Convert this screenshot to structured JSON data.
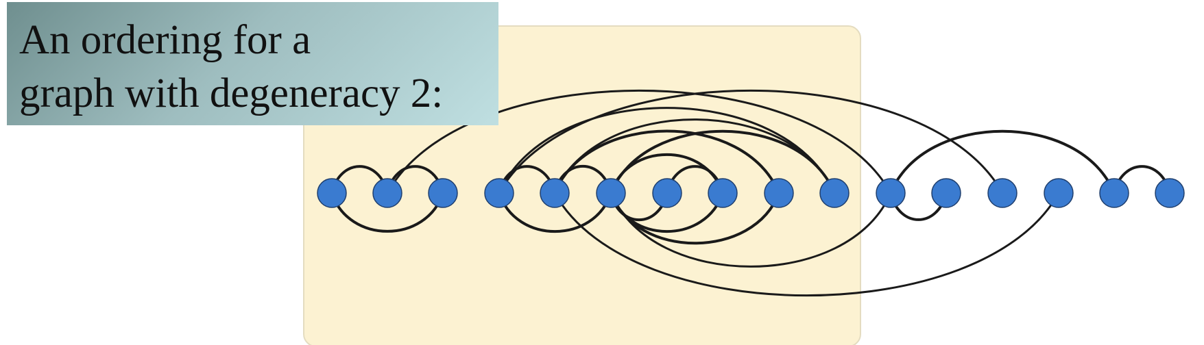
{
  "title": {
    "line1": "An ordering for a",
    "line2": "graph with degeneracy 2:"
  },
  "colors": {
    "highlight_background": "#fcf2d2",
    "node_fill": "#3a7bd0",
    "edge": "#1a1a1a",
    "title_gradient": [
      "#6f8f8f",
      "#bfdfe1"
    ]
  },
  "graph": {
    "node_count": 16,
    "highlighted_nodes": [
      0,
      9
    ],
    "edges": [
      {
        "from": 0,
        "to": 1,
        "side": "above"
      },
      {
        "from": 1,
        "to": 2,
        "side": "above"
      },
      {
        "from": 0,
        "to": 2,
        "side": "below"
      },
      {
        "from": 1,
        "to": 10,
        "side": "above"
      },
      {
        "from": 3,
        "to": 4,
        "side": "above"
      },
      {
        "from": 4,
        "to": 5,
        "side": "above"
      },
      {
        "from": 3,
        "to": 5,
        "side": "below"
      },
      {
        "from": 3,
        "to": 9,
        "side": "above"
      },
      {
        "from": 3,
        "to": 12,
        "side": "above"
      },
      {
        "from": 4,
        "to": 8,
        "side": "above"
      },
      {
        "from": 4,
        "to": 9,
        "side": "above"
      },
      {
        "from": 4,
        "to": 13,
        "side": "below"
      },
      {
        "from": 5,
        "to": 6,
        "side": "below"
      },
      {
        "from": 5,
        "to": 7,
        "side": "above"
      },
      {
        "from": 5,
        "to": 7,
        "side": "below"
      },
      {
        "from": 5,
        "to": 8,
        "side": "below"
      },
      {
        "from": 5,
        "to": 9,
        "side": "above"
      },
      {
        "from": 5,
        "to": 10,
        "side": "below"
      },
      {
        "from": 6,
        "to": 7,
        "side": "above"
      },
      {
        "from": 10,
        "to": 11,
        "side": "below"
      },
      {
        "from": 10,
        "to": 14,
        "side": "above"
      },
      {
        "from": 14,
        "to": 15,
        "side": "above"
      }
    ]
  }
}
